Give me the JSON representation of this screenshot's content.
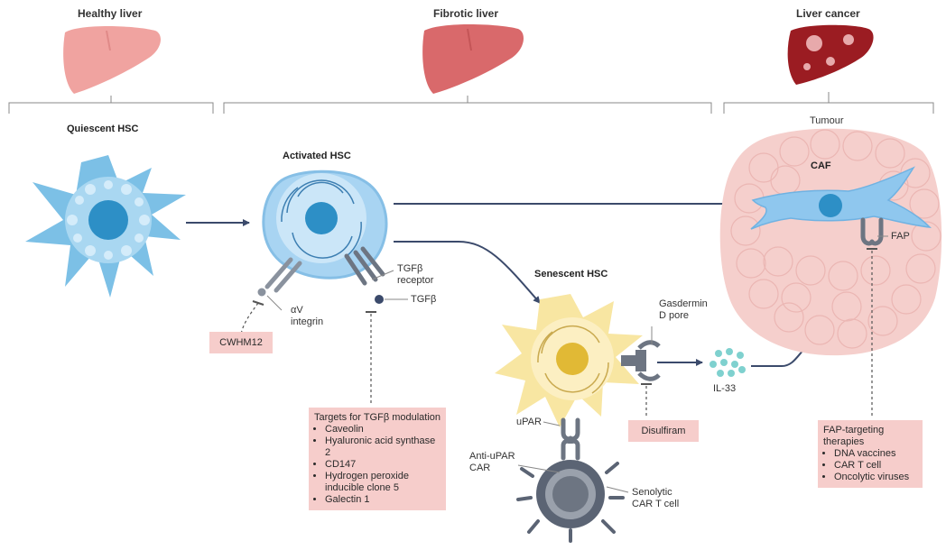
{
  "stages": {
    "healthy": "Healthy liver",
    "fibrotic": "Fibrotic liver",
    "cancer": "Liver cancer"
  },
  "cells": {
    "quiescent": "Quiescent HSC",
    "activated": "Activated HSC",
    "senescent": "Senescent HSC",
    "tumour": "Tumour",
    "caf": "CAF",
    "car_t": "Senolytic CAR T cell"
  },
  "labels": {
    "tgfb_receptor": "TGFβ receptor",
    "tgfb": "TGFβ",
    "av_integrin": "αV integrin",
    "gasdermin": "Gasdermin D pore",
    "il33": "IL-33",
    "upar": "uPAR",
    "anti_upar": "Anti-uPAR CAR",
    "fap": "FAP"
  },
  "drugs": {
    "cwhm12": "CWHM12",
    "disulfiram": "Disulfiram"
  },
  "tgfb_box": {
    "title": "Targets for TGFβ modulation",
    "items": [
      "Caveolin",
      "Hyaluronic acid synthase 2",
      "CD147",
      "Hydrogen peroxide inducible clone 5",
      "Galectin 1"
    ]
  },
  "fap_box": {
    "title": "FAP-targeting therapies",
    "items": [
      "DNA vaccines",
      "CAR T cell",
      "Oncolytic viruses"
    ]
  },
  "colors": {
    "liver_healthy": "#f0a3a0",
    "liver_fibrotic": "#d9696b",
    "liver_cancer": "#9b1c22",
    "quiescent_cell": "#7cc0e6",
    "activated_cell": "#a8d4f2",
    "senescent_cell": "#f8e6a2",
    "car_t_cell": "#5b6474",
    "tumour": "#f5cfcc",
    "box_pink": "#f6cdcb",
    "arrow": "#3b4a6b"
  }
}
